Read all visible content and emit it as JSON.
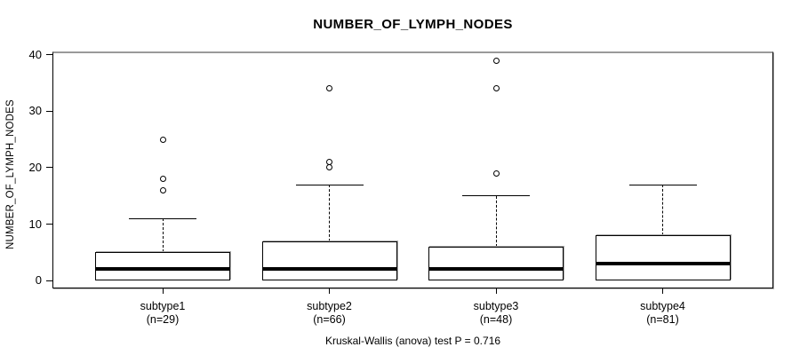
{
  "colors": {
    "line": "#000000",
    "background": "#ffffff",
    "frame_shadow": "#9a9a9a"
  },
  "chart_data": {
    "type": "boxplot",
    "title": "NUMBER_OF_LYMPH_NODES",
    "ylabel": "NUMBER_OF_LYMPH_NODES",
    "xlabel": "",
    "footer": "Kruskal-Wallis (anova) test P = 0.716",
    "grid": false,
    "legend": "none",
    "ylim": [
      -1.4,
      40.6
    ],
    "yticks": [
      0,
      10,
      20,
      30,
      40
    ],
    "groups": [
      {
        "label": "subtype1",
        "n_label": "(n=29)",
        "q1": 0,
        "median": 2,
        "q3": 5,
        "whisker_low": 0,
        "whisker_high": 11,
        "outliers": [
          16,
          18,
          25
        ]
      },
      {
        "label": "subtype2",
        "n_label": "(n=66)",
        "q1": 0,
        "median": 2,
        "q3": 7,
        "whisker_low": 0,
        "whisker_high": 17,
        "outliers": [
          20,
          21,
          34
        ]
      },
      {
        "label": "subtype3",
        "n_label": "(n=48)",
        "q1": 0,
        "median": 2,
        "q3": 6,
        "whisker_low": 0,
        "whisker_high": 15,
        "outliers": [
          19,
          34,
          39
        ]
      },
      {
        "label": "subtype4",
        "n_label": "(n=81)",
        "q1": 0,
        "median": 3,
        "q3": 8,
        "whisker_low": 0,
        "whisker_high": 17,
        "outliers": []
      }
    ]
  }
}
